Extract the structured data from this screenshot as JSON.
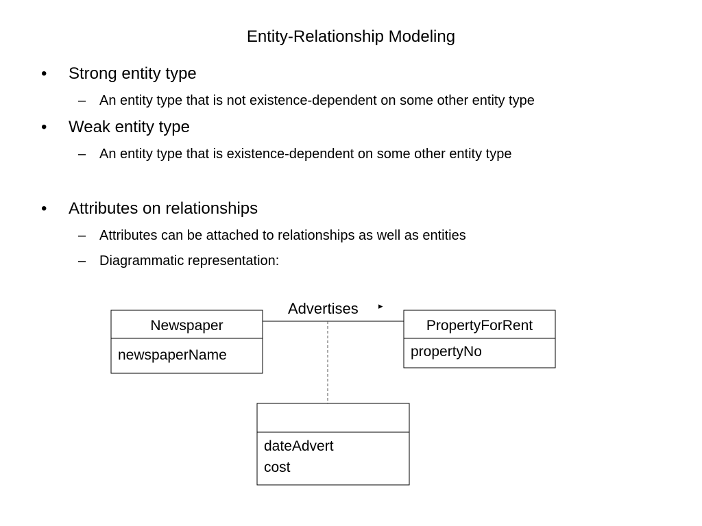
{
  "slide": {
    "title": "Entity-Relationship Modeling"
  },
  "bullets": [
    {
      "marker": "•",
      "text": "Strong entity type",
      "subitems": [
        {
          "marker": "–",
          "text": "An entity type that is not existence-dependent on some other entity type"
        }
      ]
    },
    {
      "marker": "•",
      "text": "Weak entity type",
      "subitems": [
        {
          "marker": "–",
          "text": "An entity type that is existence-dependent on some other entity type"
        }
      ]
    },
    {
      "marker": "•",
      "text": "Attributes on relationships",
      "subitems": [
        {
          "marker": "–",
          "text": "Attributes can be attached to relationships as well as entities"
        },
        {
          "marker": "–",
          "text": "Diagrammatic representation:"
        }
      ]
    }
  ],
  "diagram": {
    "relationship": {
      "label": "Advertises",
      "direction_symbol": "▸"
    },
    "entities": [
      {
        "name": "Newspaper",
        "attributes": [
          "newspaperName"
        ]
      },
      {
        "name": "PropertyForRent",
        "attributes": [
          "propertyNo"
        ]
      }
    ],
    "association_class": {
      "name": "",
      "attributes": [
        "dateAdvert",
        "cost"
      ]
    },
    "colors": {
      "stroke": "#000000",
      "dashed_link": "#555555",
      "background": "#ffffff"
    }
  }
}
